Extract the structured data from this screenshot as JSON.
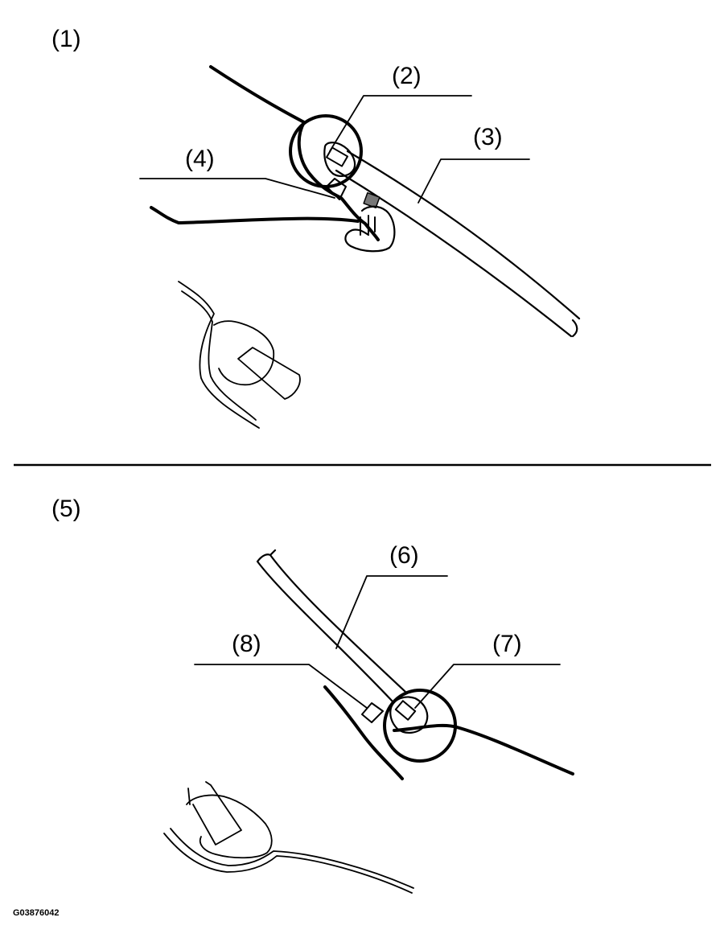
{
  "labels": {
    "step1": "(1)",
    "part2": "(2)",
    "part3": "(3)",
    "part4": "(4)",
    "step5": "(5)",
    "part6": "(6)",
    "part7": "(7)",
    "part8": "(8)"
  },
  "figure_code": "G03876042",
  "colors": {
    "ink": "#000000",
    "paper": "#ffffff",
    "shade": "#777777"
  }
}
